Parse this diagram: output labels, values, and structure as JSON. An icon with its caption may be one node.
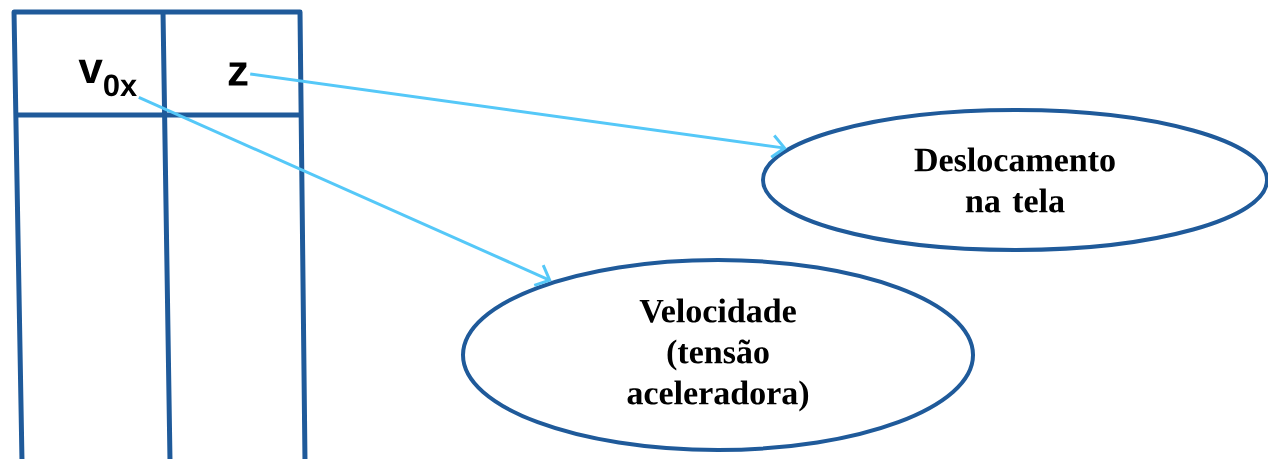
{
  "diagram": {
    "nodes": [
      {
        "text": [
          "v$_{0x}$"
        ]
      },
      {
        "text": [
          "z"
        ]
      },
      {
        "text": [
          "Deslocamento na tela"
        ]
      },
      {
        "text": [
          "Velocidade (tensão aceleradora)"
        ]
      }
    ],
    "edges": [
      {
        "from": 1,
        "to": 2,
        "arrow": "to"
      },
      {
        "from": 0,
        "to": 3,
        "arrow": "to"
      }
    ]
  }
}
